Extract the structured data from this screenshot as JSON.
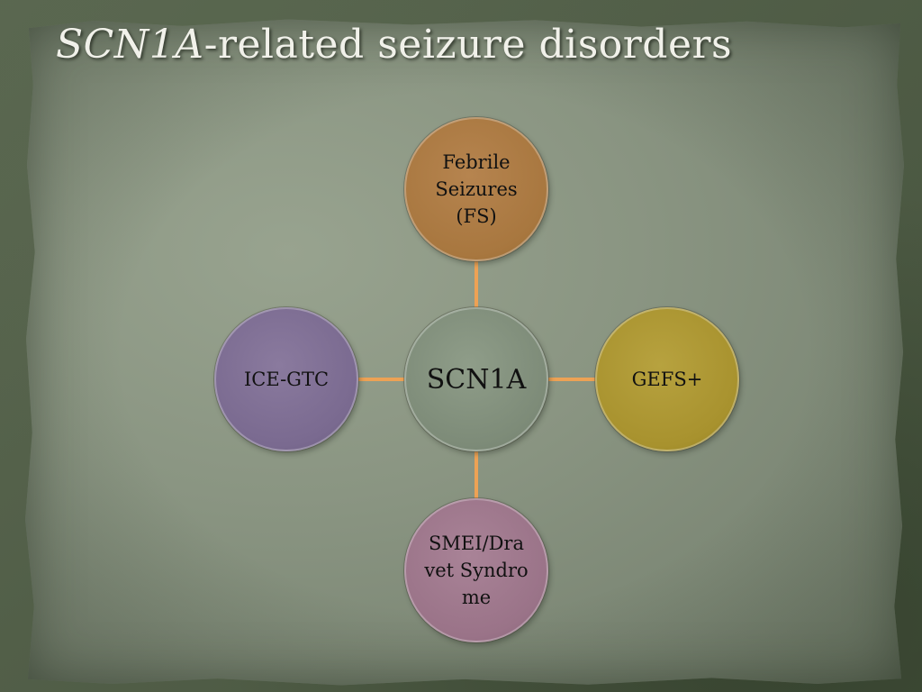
{
  "slide": {
    "title_gene": "SCN1A",
    "title_rest": "-related seizure disorders"
  },
  "diagram": {
    "center": {
      "label": "SCN1A"
    },
    "nodes": {
      "top": {
        "label": "Febrile Seizures (FS)"
      },
      "right": {
        "label": "GEFS+"
      },
      "bottom": {
        "label": "SMEI/Dravet Syndrome"
      },
      "left": {
        "label": "ICE-GTC"
      }
    },
    "colors": {
      "connector": "#eda255",
      "center": "#7d8b78",
      "top": "#a8773f",
      "right": "#a8922e",
      "bottom": "#9a7388",
      "left": "#7a6a90"
    }
  }
}
